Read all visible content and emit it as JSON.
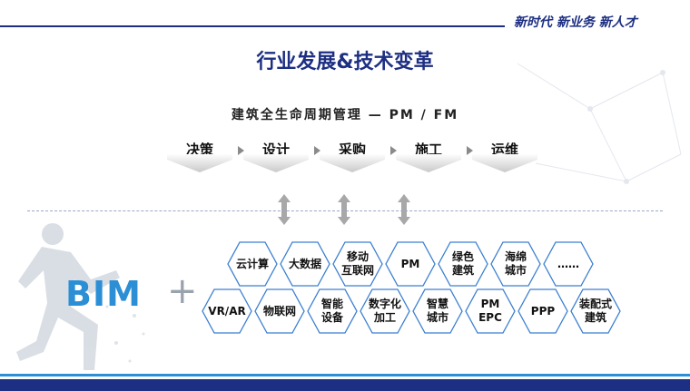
{
  "header": {
    "slogan": "新时代 新业务 新人才"
  },
  "slide": {
    "title": "行业发展&技术变革",
    "subtitle": "建筑全生命周期管理 — PM / FM",
    "steps": [
      "决策",
      "设计",
      "采购",
      "施工",
      "运维"
    ],
    "bim_label": "BIM",
    "plus": "+",
    "hex_row1": [
      "云计算",
      "大数据",
      "移动|互联网",
      "PM",
      "绿色|建筑",
      "海绵|城市",
      "……"
    ],
    "hex_row2": [
      "VR/AR",
      "物联网",
      "智能|设备",
      "数字化|加工",
      "智慧|城市",
      "PM|EPC",
      "PPP",
      "装配式|建筑"
    ]
  },
  "colors": {
    "accent": "#1d2f82",
    "bim_blue": "#2c8fd6",
    "hex_border": "#3a7fd0"
  }
}
